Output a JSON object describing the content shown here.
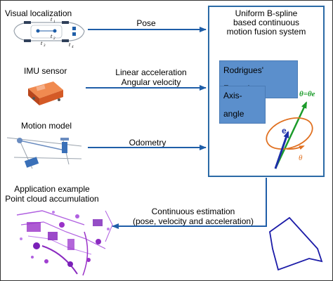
{
  "inputs": {
    "visual_localization": "Visual localization",
    "imu_sensor": "IMU sensor",
    "motion_model": "Motion model"
  },
  "arrows": {
    "pose": "Pose",
    "linear_acceleration": "Linear acceleration",
    "angular_velocity": "Angular velocity",
    "odometry": "Odometry",
    "continuous_estimation_line1": "Continuous estimation",
    "continuous_estimation_line2": "(pose, velocity and acceleration)"
  },
  "system": {
    "title_line1": "Uniform B-spline",
    "title_line2": "based continuous",
    "title_line3": "motion fusion system",
    "rodrigues": "Rodrigues' Formula",
    "axis_angle": "Axis-angle",
    "theta_label": "θ=θe",
    "e_label": "e",
    "theta_small": "θ"
  },
  "car_labels": {
    "t1": "t",
    "t2": "t",
    "t3": "t",
    "t4": "t",
    "sub1": "1",
    "sub2": "2",
    "sub3": "3",
    "sub4": "4"
  },
  "application": {
    "line1": "Application example",
    "line2": "Point cloud accumulation"
  },
  "colors": {
    "arrow_blue": "#1f5ea8",
    "box_border": "#2b6aa6",
    "pill_fill": "#5b8fcc",
    "green_axis": "#1b9b2a",
    "orange_circle": "#e07020",
    "dark_blue_arrow": "#1c2fa8",
    "imu_orange": "#e0642a",
    "point_cloud_purple": "#9a32c8"
  }
}
